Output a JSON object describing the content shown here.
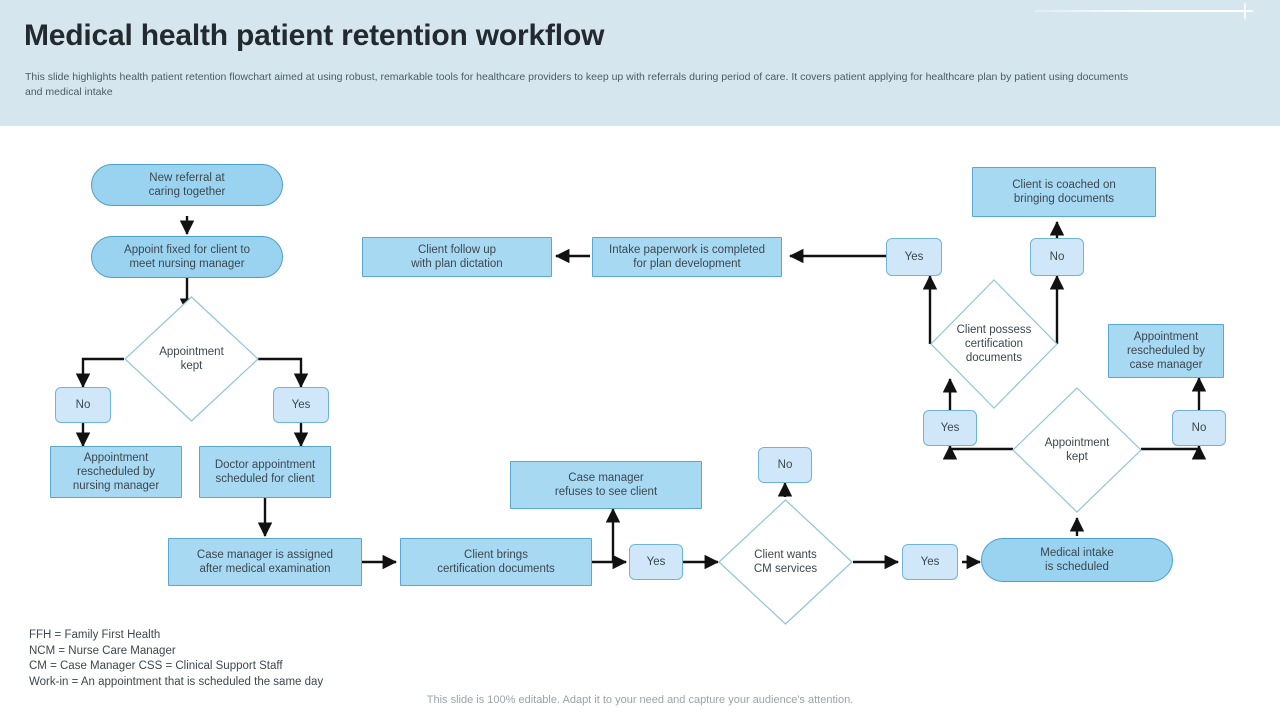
{
  "header": {
    "title": "Medical health patient retention workflow",
    "subtitle": "This slide highlights health patient retention flowchart aimed at using robust, remarkable tools for healthcare providers to keep up with referrals during period of care. It covers patient applying for healthcare plan by patient using documents and medical intake",
    "band_color": "#d6e6ef",
    "decoration": "sparkle-line"
  },
  "palette": {
    "pill_fill": "#9ad3f0",
    "pill_border": "#4a9fcb",
    "rect_fill": "#a8d9f3",
    "rect_border": "#5aa8d1",
    "tag_fill": "#cfe7f8",
    "tag_border": "#6fb4dc",
    "diamond_fill": "#ffffff",
    "diamond_border": "#8fc4db",
    "connector": "#111111",
    "text": "#3d474f"
  },
  "flowchart": {
    "nodes": {
      "new_referral": "New referral  at\ncaring together",
      "appoint_fixed": "Appoint fixed for client to\nmeet nursing manager",
      "appointment_kept_left": "Appointment\nkept",
      "no_left": "No",
      "yes_left": "Yes",
      "appt_rescheduled_nursing": "Appointment\nrescheduled by\nnursing manager",
      "doctor_appointment": "Doctor appointment\nscheduled for client",
      "case_manager_assigned": "Case manager is assigned\nafter medical examination",
      "client_brings_docs": "Client brings\ncertification documents",
      "case_manager_refuses": "Case manager\nrefuses to see client",
      "yes_cm": "Yes",
      "client_wants_cm": "Client wants\nCM services",
      "no_cm": "No",
      "yes_intake": "Yes",
      "medical_intake": "Medical intake\nis scheduled",
      "appointment_kept_right": "Appointment\nkept",
      "yes_appt_right": "Yes",
      "no_appt_right": "No",
      "appt_rescheduled_case": "Appointment\nrescheduled by\ncase manager",
      "client_possess_docs": "Client possess\ncertification\ndocuments",
      "yes_possess": "Yes",
      "no_possess": "No",
      "client_coached": "Client is coached on\nbringing documents",
      "intake_paperwork": "Intake paperwork is completed\nfor plan development",
      "client_follow_up": "Client follow up\nwith plan dictation"
    }
  },
  "footer": {
    "legend": "FFH = Family First Health\nNCM = Nurse Care Manager\nCM = Case Manager CSS = Clinical Support Staff\nWork-in = An appointment that is scheduled the same day",
    "editable_note": "This slide is 100% editable. Adapt it to your need and capture your audience's attention."
  }
}
